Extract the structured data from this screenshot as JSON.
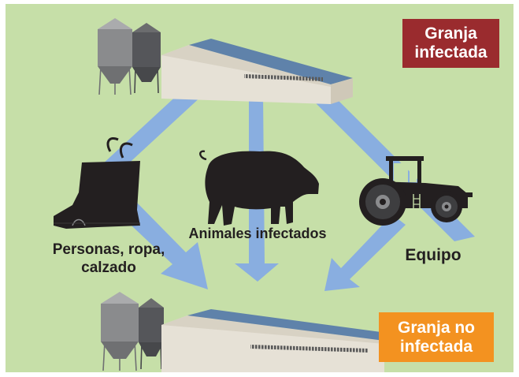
{
  "labels": {
    "people": "Personas, ropa, calzado",
    "animals": "Animales infectados",
    "equipment": "Equipo",
    "infected_farm": [
      "Granja",
      "infectada"
    ],
    "clean_farm": [
      "Granja no",
      "infectada"
    ]
  },
  "colors": {
    "background": "#c6dfa8",
    "arrow": "#89aee0",
    "infected_badge": "#9a2b2e",
    "clean_badge": "#f39220",
    "roof": "#5f82aa",
    "wall": "#e6e1d6",
    "silo": "#8a8b8d",
    "silhouette": "#231f20"
  },
  "icons": [
    "silo-icon",
    "barn-icon",
    "boot-icon",
    "pig-icon",
    "tractor-icon",
    "arrow-icon"
  ]
}
